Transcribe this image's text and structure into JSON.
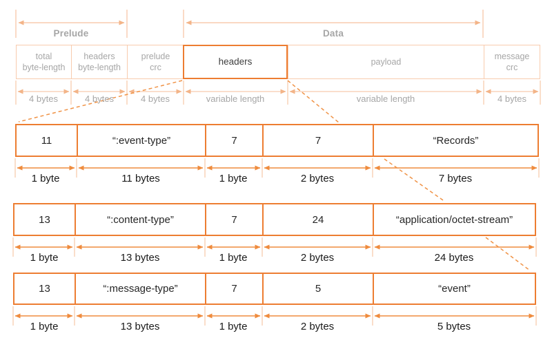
{
  "palette": {
    "accent_orange": "#ED7D31",
    "mid_orange": "#EF8B3D",
    "faded_orange": "#F8CBAD",
    "gray_text": "#A6A6A6",
    "dark_text": "#262626"
  },
  "top": {
    "spans": [
      {
        "label": "Prelude"
      },
      {
        "label": "Data"
      }
    ],
    "fields": [
      {
        "label": "total\nbyte-length",
        "size": "4 bytes"
      },
      {
        "label": "headers\nbyte-length",
        "size": "4 bytes"
      },
      {
        "label": "prelude\ncrc",
        "size": "4 bytes"
      },
      {
        "label": "headers",
        "size": "variable length"
      },
      {
        "label": "payload",
        "size": "variable length"
      },
      {
        "label": "message\ncrc",
        "size": "4 bytes"
      }
    ]
  },
  "header_rows": [
    {
      "cells": [
        {
          "value": "11",
          "size": "1 byte"
        },
        {
          "value": "“:event-type”",
          "size": "11 bytes"
        },
        {
          "value": "7",
          "size": "1 byte"
        },
        {
          "value": "7",
          "size": "2 bytes"
        },
        {
          "value": "“Records”",
          "size": "7 bytes"
        }
      ]
    },
    {
      "cells": [
        {
          "value": "13",
          "size": "1 byte"
        },
        {
          "value": "“:content-type”",
          "size": "13 bytes"
        },
        {
          "value": "7",
          "size": "1 byte"
        },
        {
          "value": "24",
          "size": "2 bytes"
        },
        {
          "value": "“application/octet-stream”",
          "size": "24 bytes"
        }
      ]
    },
    {
      "cells": [
        {
          "value": "13",
          "size": "1 byte"
        },
        {
          "value": "“:message-type”",
          "size": "13 bytes"
        },
        {
          "value": "7",
          "size": "1 byte"
        },
        {
          "value": "5",
          "size": "2 bytes"
        },
        {
          "value": "“event”",
          "size": "5 bytes"
        }
      ]
    }
  ]
}
